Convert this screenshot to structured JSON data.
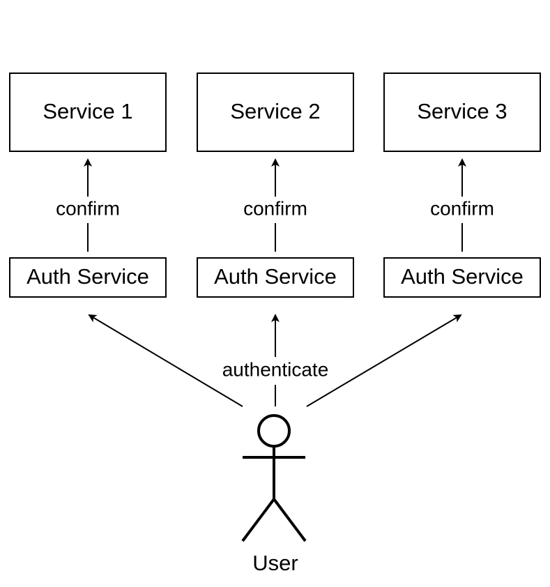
{
  "services": [
    {
      "label": "Service 1"
    },
    {
      "label": "Service 2"
    },
    {
      "label": "Service 3"
    }
  ],
  "auth_services": [
    {
      "label": "Auth Service",
      "edge_label": "confirm"
    },
    {
      "label": "Auth Service",
      "edge_label": "confirm"
    },
    {
      "label": "Auth Service",
      "edge_label": "confirm"
    }
  ],
  "user": {
    "label": "User",
    "edge_label": "authenticate"
  },
  "colors": {
    "stroke": "#000000",
    "background": "#ffffff"
  }
}
